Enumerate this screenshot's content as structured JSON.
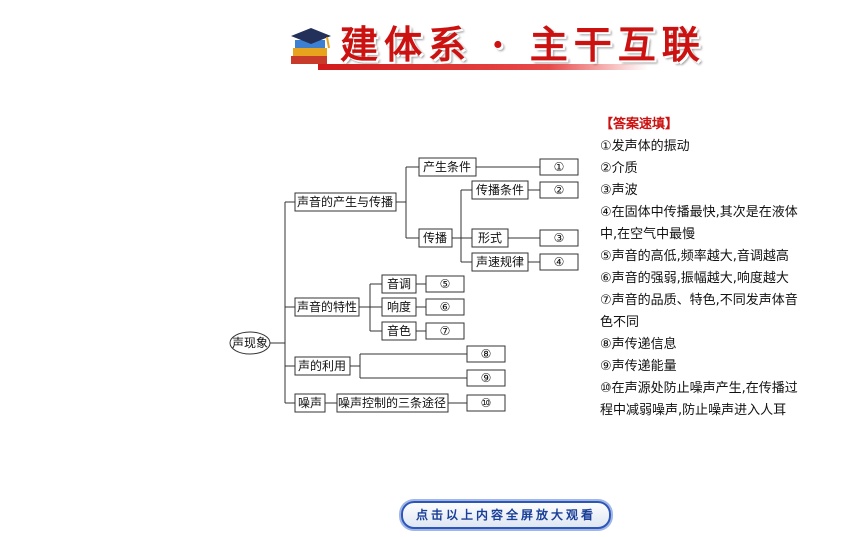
{
  "header": {
    "title": "建体系 · 主干互联"
  },
  "diagram": {
    "root": "声现象",
    "b1": "声音的产生与传播",
    "b1_c1": "产生条件",
    "b1_c2": "传播",
    "b1_c2_s1": "传播条件",
    "b1_c2_s2": "形式",
    "b1_c2_s3": "声速规律",
    "b2": "声音的特性",
    "b2_c1": "音调",
    "b2_c2": "响度",
    "b2_c3": "音色",
    "b3": "声的利用",
    "b4": "噪声",
    "b4_c1": "噪声控制的三条途径",
    "n1": "①",
    "n2": "②",
    "n3": "③",
    "n4": "④",
    "n5": "⑤",
    "n6": "⑥",
    "n7": "⑦",
    "n8": "⑧",
    "n9": "⑨",
    "n10": "⑩"
  },
  "answers": {
    "title": "【答案速填】",
    "items": [
      "①发声体的振动",
      "②介质",
      "③声波",
      "④在固体中传播最快,其次是在液体中,在空气中最慢",
      "⑤声音的高低,频率越大,音调越高",
      "⑥声音的强弱,振幅越大,响度越大",
      "⑦声音的品质、特色,不同发声体音色不同",
      "⑧声传递信息",
      "⑨声传递能量",
      "⑩在声源处防止噪声产生,在传播过程中减弱噪声,防止噪声进入人耳"
    ]
  },
  "footer": {
    "button_label": "点击以上内容全屏放大观看"
  }
}
